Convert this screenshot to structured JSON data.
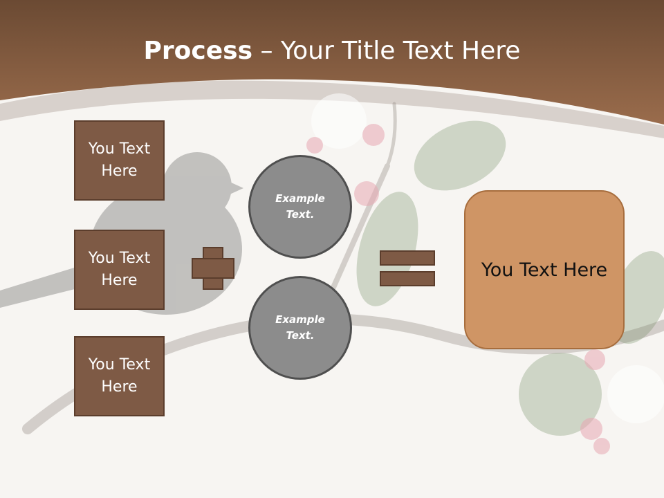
{
  "title": {
    "bold": "Process",
    "rest": " – Your Title Text Here"
  },
  "left_boxes": [
    {
      "label": "You Text\nHere"
    },
    {
      "label": "You Text\nHere"
    },
    {
      "label": "You Text\nHere"
    }
  ],
  "circles": [
    {
      "label": "Example\nText."
    },
    {
      "label": "Example\nText."
    }
  ],
  "result": {
    "label": "You Text Here"
  },
  "colors": {
    "header_brown": "#8a6248",
    "box_brown": "#7e5a45",
    "circle_gray": "#8c8c8c",
    "result_orange": "#cf9565",
    "background": "#f7f5f2"
  }
}
